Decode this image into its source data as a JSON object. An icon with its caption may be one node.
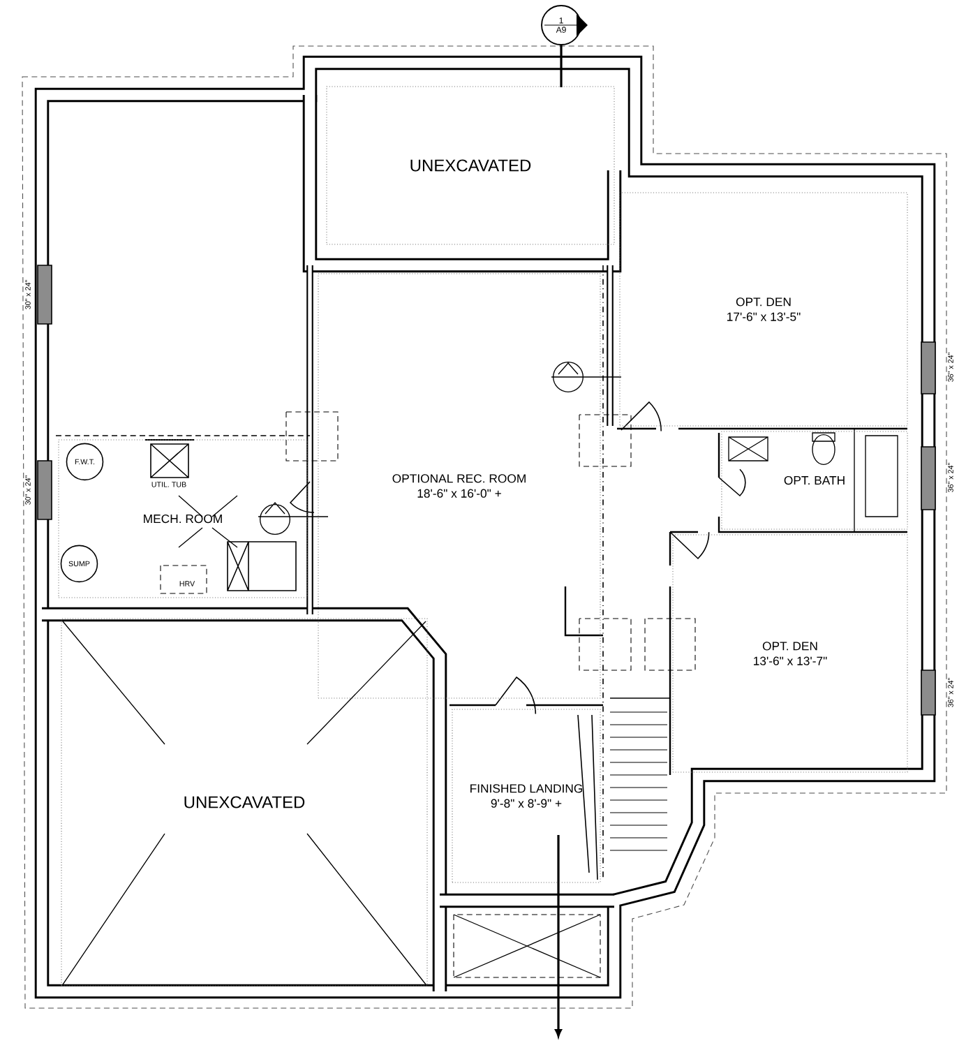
{
  "diagram": {
    "nodes": [
      {
        "text": [
          "UNEXCAVATED"
        ]
      },
      {
        "text": [
          "OPTIONAL REC. ROOM",
          "18'-6\" x 16'-0\" +"
        ]
      },
      {
        "text": [
          "OPT. DEN",
          "17'-6\" x 13'-5\""
        ]
      },
      {
        "text": [
          "OPT. BATH"
        ]
      },
      {
        "text": [
          "OPT. DEN",
          "13'-6\" x 13'-7\""
        ]
      },
      {
        "text": [
          "MECH. ROOM"
        ]
      },
      {
        "text": [
          "UNEXCAVATED"
        ]
      },
      {
        "text": [
          "FINISHED LANDING",
          "9'-8\" x 8'-9\" +"
        ]
      },
      {
        "text": [
          "F.W.T."
        ],
        "in": 5
      },
      {
        "text": [
          "SUMP"
        ],
        "in": 5
      },
      {
        "text": [
          "1",
          "A9"
        ]
      }
    ],
    "labels": [
      "30\" x 24\"",
      "30\" x 24\"",
      "36\" x 24\"",
      "36\" x 24\"",
      "36\" x 24\"",
      "UTIL. TUB",
      "HRV"
    ]
  }
}
